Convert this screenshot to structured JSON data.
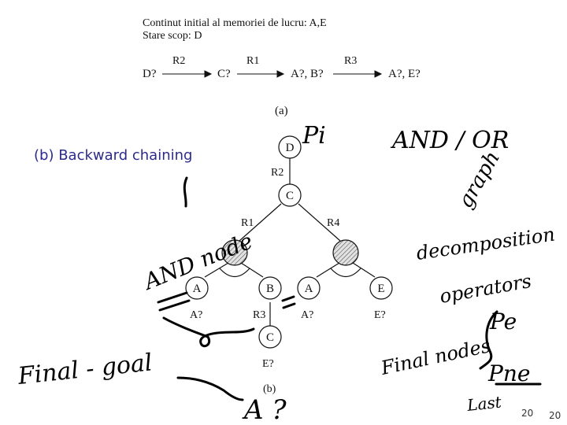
{
  "header": {
    "line1": "Continut initial al memoriei de lucru: A,E",
    "line2": "Stare scop: D"
  },
  "chain_a": {
    "states": [
      "D?",
      "C?",
      "A?, B?",
      "A?, E?"
    ],
    "rules": [
      "R2",
      "R1",
      "R3"
    ],
    "caption": "(a)"
  },
  "slide_title": "(b) Backward chaining",
  "tree": {
    "nodes": {
      "root": "D",
      "c_node": "C",
      "a_left": "A",
      "b_node": "B",
      "a_right": "A",
      "e_node": "E",
      "c_bottom": "C"
    },
    "edge_labels": {
      "r2": "R2",
      "r1": "R1",
      "r4": "R4",
      "r3": "R3"
    },
    "queries": {
      "a_left": "A?",
      "a_right": "A?",
      "e_node": "E?",
      "c_bottom": "E?"
    },
    "caption": "(b)"
  },
  "handwriting": {
    "pi": "Pi",
    "and_or": "AND / OR",
    "graph": "graph",
    "and_node": "AND node",
    "decomposition": "decomposition",
    "operators": "operators",
    "pe": "Pe",
    "pne": "Pne",
    "final_nodes": "Final nodes",
    "final_goal": "Final - goal",
    "a_question": "A ?",
    "last": "Last"
  },
  "page_numbers": {
    "inner": "20",
    "outer": "20"
  },
  "colors": {
    "title_blue": "#2b2b8c",
    "ink": "#000000",
    "and_node_fill": "#d0d0d0"
  }
}
